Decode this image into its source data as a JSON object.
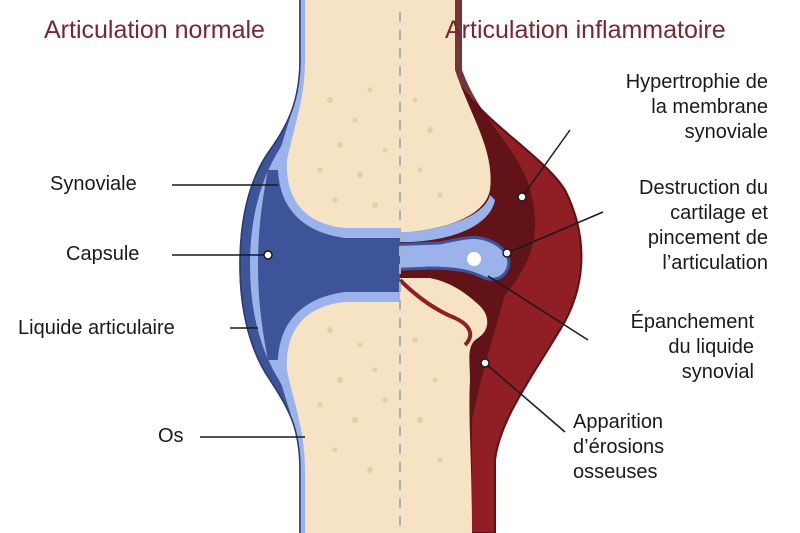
{
  "titles": {
    "normal": "Articulation normale",
    "inflammatory": "Articulation inflammatoire"
  },
  "labels_left": {
    "synoviale": "Synoviale",
    "capsule": "Capsule",
    "liquide": "Liquide articulaire",
    "os": "Os"
  },
  "labels_right": {
    "hypertrophie": [
      "Hypertrophie de",
      "la membrane",
      "synoviale"
    ],
    "destruction": [
      "Destruction du",
      "cartilage et",
      "pincement de",
      "l’articulation"
    ],
    "epanchement": [
      "Épanchement",
      "du liquide",
      "synovial"
    ],
    "erosions": [
      "Apparition",
      "d’érosions",
      "osseuses"
    ]
  },
  "colors": {
    "title": "#7a2633",
    "bone": "#f6e3c3",
    "bone_dots": "#e8cfa3",
    "capsule_blue": "#3d5598",
    "synovial_light_blue": "#9bb3ea",
    "inflamed_red": "#8f1f24",
    "inflamed_dark": "#5a1216",
    "divider": "#b0b0b0"
  }
}
